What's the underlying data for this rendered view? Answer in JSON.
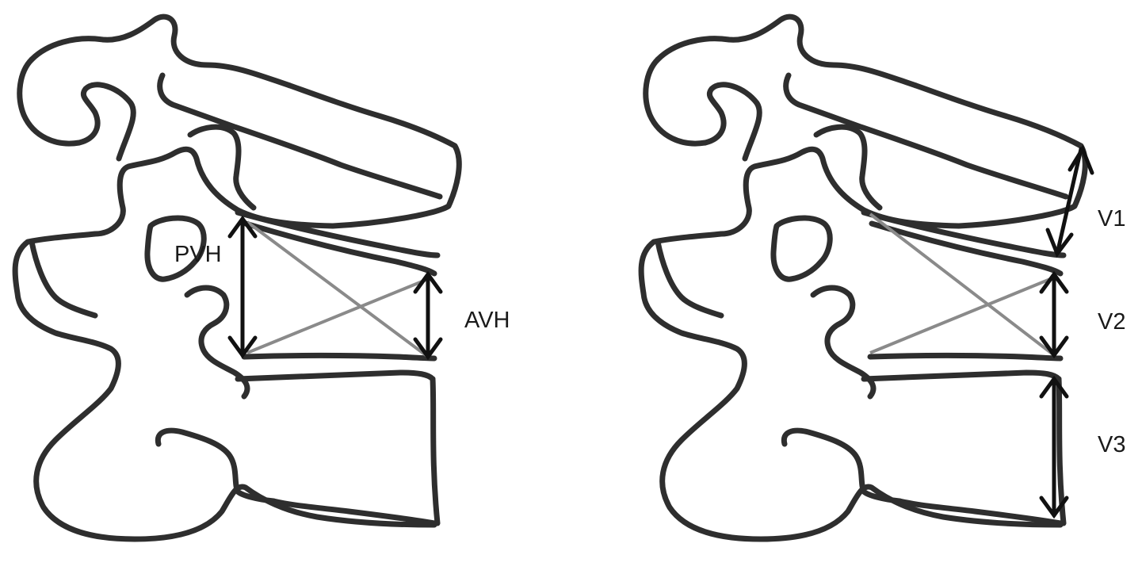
{
  "panels": [
    {
      "id": "left",
      "labels": {
        "posterior": "PVH",
        "anterior": "AVH"
      }
    },
    {
      "id": "right",
      "labels": {
        "upper": "V1",
        "middle": "V2",
        "lower": "V3"
      }
    }
  ],
  "colors": {
    "outline": "#2e2e2e",
    "arrow": "#111111",
    "diagonal": "#8a8a8a",
    "background": "#ffffff"
  }
}
